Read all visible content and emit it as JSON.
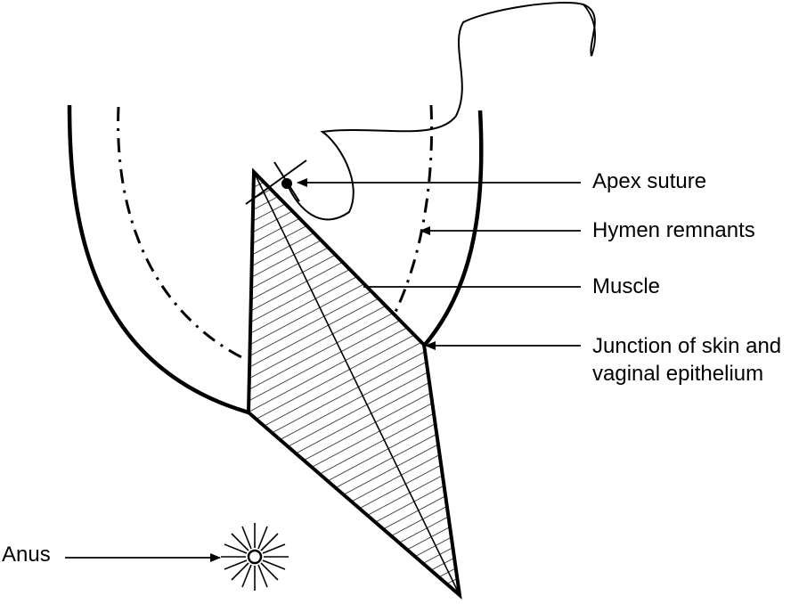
{
  "labels": {
    "apex_suture": "Apex suture",
    "hymen_remnants": "Hymen remnants",
    "muscle": "Muscle",
    "junction_line1": "Junction of skin and",
    "junction_line2": "vaginal epithelium",
    "anus": "Anus"
  },
  "colors": {
    "line": "#000000",
    "background": "#ffffff"
  }
}
